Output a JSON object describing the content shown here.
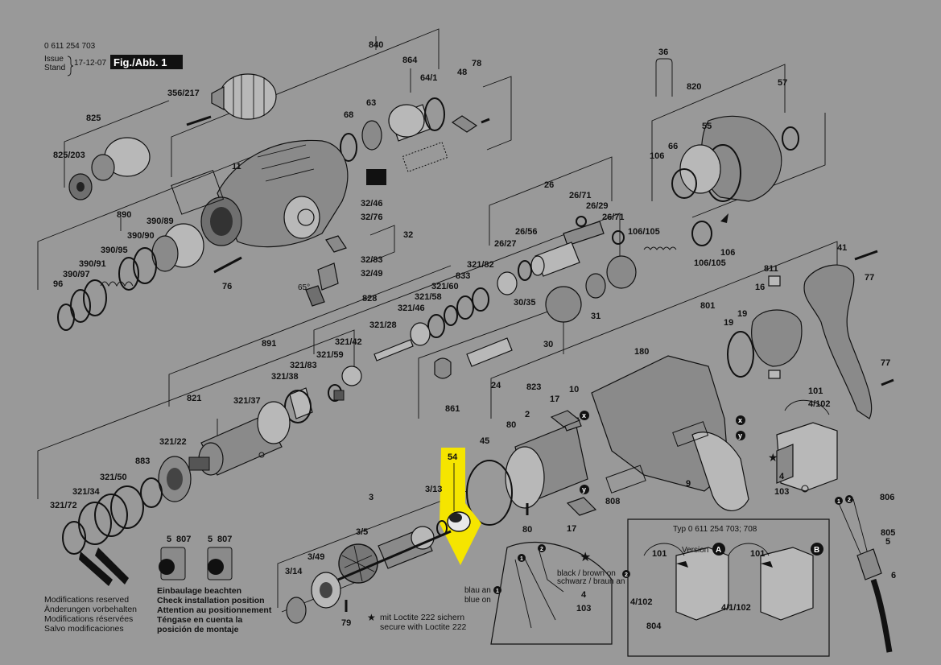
{
  "header": {
    "doc_number": "0 611 254 703",
    "issue_label": "Issue",
    "stand_label": "Stand",
    "issue_date": "17-12-07",
    "fig_label": "Fig./Abb. 1"
  },
  "highlight": {
    "part": "54",
    "color": "#f5e500"
  },
  "labels": {
    "p840": "840",
    "p864": "864",
    "p78": "78",
    "p48": "48",
    "p64_1": "64/1",
    "p356_217": "356/217",
    "p68": "68",
    "p63": "63",
    "p825": "825",
    "p825_203": "825/203",
    "p11": "11",
    "p890": "890",
    "p390_89": "390/89",
    "p390_90": "390/90",
    "p390_95": "390/95",
    "p390_91": "390/91",
    "p390_97": "390/97",
    "p96": "96",
    "p76": "76",
    "p32_46": "32/46",
    "p32_76": "32/76",
    "p32": "32",
    "p32_83": "32/83",
    "p32_49": "32/49",
    "angle": "65°",
    "p36": "36",
    "p820": "820",
    "p57": "57",
    "p55": "55",
    "p66": "66",
    "p106": "106",
    "p106_105a": "106/105",
    "p106b": "106",
    "p106_105b": "106/105",
    "p26": "26",
    "p26_71a": "26/71",
    "p26_29": "26/29",
    "p26_71b": "26/71",
    "p26_56": "26/56",
    "p26_27": "26/27",
    "p321_82": "321/82",
    "p833": "833",
    "p321_60": "321/60",
    "p321_58": "321/58",
    "p321_46": "321/46",
    "p30_35": "30/35",
    "p31": "31",
    "p30": "30",
    "p828": "828",
    "p321_28": "321/28",
    "p891": "891",
    "p321_42": "321/42",
    "p321_59": "321/59",
    "p321_83": "321/83",
    "p321_38": "321/38",
    "p24": "24",
    "p823": "823",
    "p861": "861",
    "p821": "821",
    "p321_37": "321/37",
    "p41": "41",
    "p77a": "77",
    "p811": "811",
    "p16": "16",
    "p801": "801",
    "p19a": "19",
    "p19b": "19",
    "p180": "180",
    "p10": "10",
    "p77b": "77",
    "p101": "101",
    "p4_102": "4/102",
    "p17a": "17",
    "p2": "2",
    "p80a": "80",
    "p45": "45",
    "p54": "54",
    "p321_22": "321/22",
    "p883": "883",
    "p321_50": "321/50",
    "p321_34": "321/34",
    "p321_72": "321/72",
    "p3_13": "3/13",
    "p3": "3",
    "p3_5": "3/5",
    "p80b": "80",
    "p17b": "17",
    "p808": "808",
    "p9": "9",
    "p4": "4",
    "p103a": "103",
    "p806": "806",
    "p805": "805",
    "p5c": "5",
    "p6": "6",
    "p3_49": "3/49",
    "p3_14": "3/14",
    "p79": "79",
    "p4b": "4",
    "p103b": "103",
    "p5a": "5",
    "p807a": "807",
    "p5b": "5",
    "p807b": "807",
    "p101b": "101",
    "p101c": "101",
    "p4_102b": "4/102",
    "p804": "804",
    "p4_1_102": "4/1/102"
  },
  "notes": {
    "modifications": [
      "Modifications reserved",
      "Änderungen vorbehalten",
      "Modifications réservées",
      "Salvo modificaciones"
    ],
    "install": [
      "Einbaulage beachten",
      "Check installation position",
      "Attention au positionnement",
      "Téngase en cuenta la",
      "posición de montaje"
    ],
    "loctite": [
      "mit Loctite 222 sichern",
      "secure with Loctite 222"
    ],
    "wire_colors": [
      "black / brown on",
      "schwarz / braun an"
    ],
    "blue_on": [
      "blau an",
      "blue on"
    ]
  },
  "inset": {
    "title": "Typ 0 611 254 703; 708",
    "version_label": "Version",
    "version_a": "A",
    "version_b": "B"
  },
  "markers": {
    "x": "x",
    "y": "y",
    "one": "1",
    "two": "2"
  }
}
